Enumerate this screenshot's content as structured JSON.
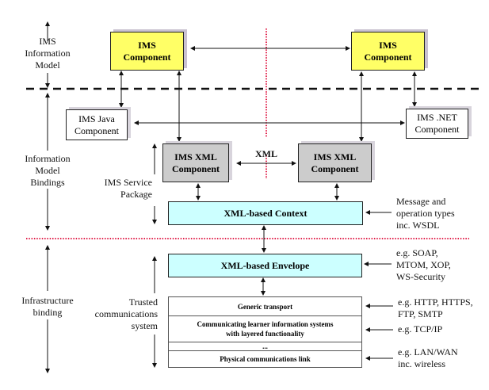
{
  "layers": {
    "information_model": "IMS Information Model",
    "information_model_lines": [
      "IMS",
      "Information",
      "Model"
    ],
    "bindings_lines": [
      "Information",
      "Model",
      "Bindings"
    ],
    "infrastructure_lines": [
      "Infrastructure",
      "binding"
    ]
  },
  "sublayers": {
    "service_package_lines": [
      "IMS Service",
      "Package"
    ],
    "trusted_comms_lines": [
      "Trusted",
      "communications",
      "system"
    ]
  },
  "components": {
    "ims_left": [
      "IMS",
      "Component"
    ],
    "ims_right": [
      "IMS",
      "Component"
    ],
    "java": [
      "IMS Java",
      "Component"
    ],
    "dotnet": [
      "IMS .NET",
      "Component"
    ],
    "xml_left": [
      "IMS XML",
      "Component"
    ],
    "xml_right": [
      "IMS XML",
      "Component"
    ],
    "xml_label": "XML",
    "context": "XML-based Context",
    "envelope": "XML-based Envelope"
  },
  "stack": {
    "rows": [
      "Generic transport",
      "Communicating learner information systems with layered functionality",
      "...",
      "Physical communications link"
    ],
    "row2_lines": [
      "Communicating learner information systems",
      "with layered functionality"
    ]
  },
  "annotations": {
    "context": [
      "Message and",
      "operation types",
      "inc. WSDL"
    ],
    "envelope": [
      "e.g. SOAP,",
      "MTOM, XOP,",
      "WS-Security"
    ],
    "transport": [
      "e.g. HTTP, HTTPS,",
      "FTP, SMTP"
    ],
    "comms": [
      "e.g. TCP/IP"
    ],
    "physical": [
      "e.g. LAN/WAN",
      "inc. wireless"
    ]
  },
  "colors": {
    "ims_component": "#ffff66",
    "xml_component": "#cccccc",
    "xml_layer": "#ccffff",
    "divider_red": "#e0204a",
    "divider_black": "#111111"
  }
}
